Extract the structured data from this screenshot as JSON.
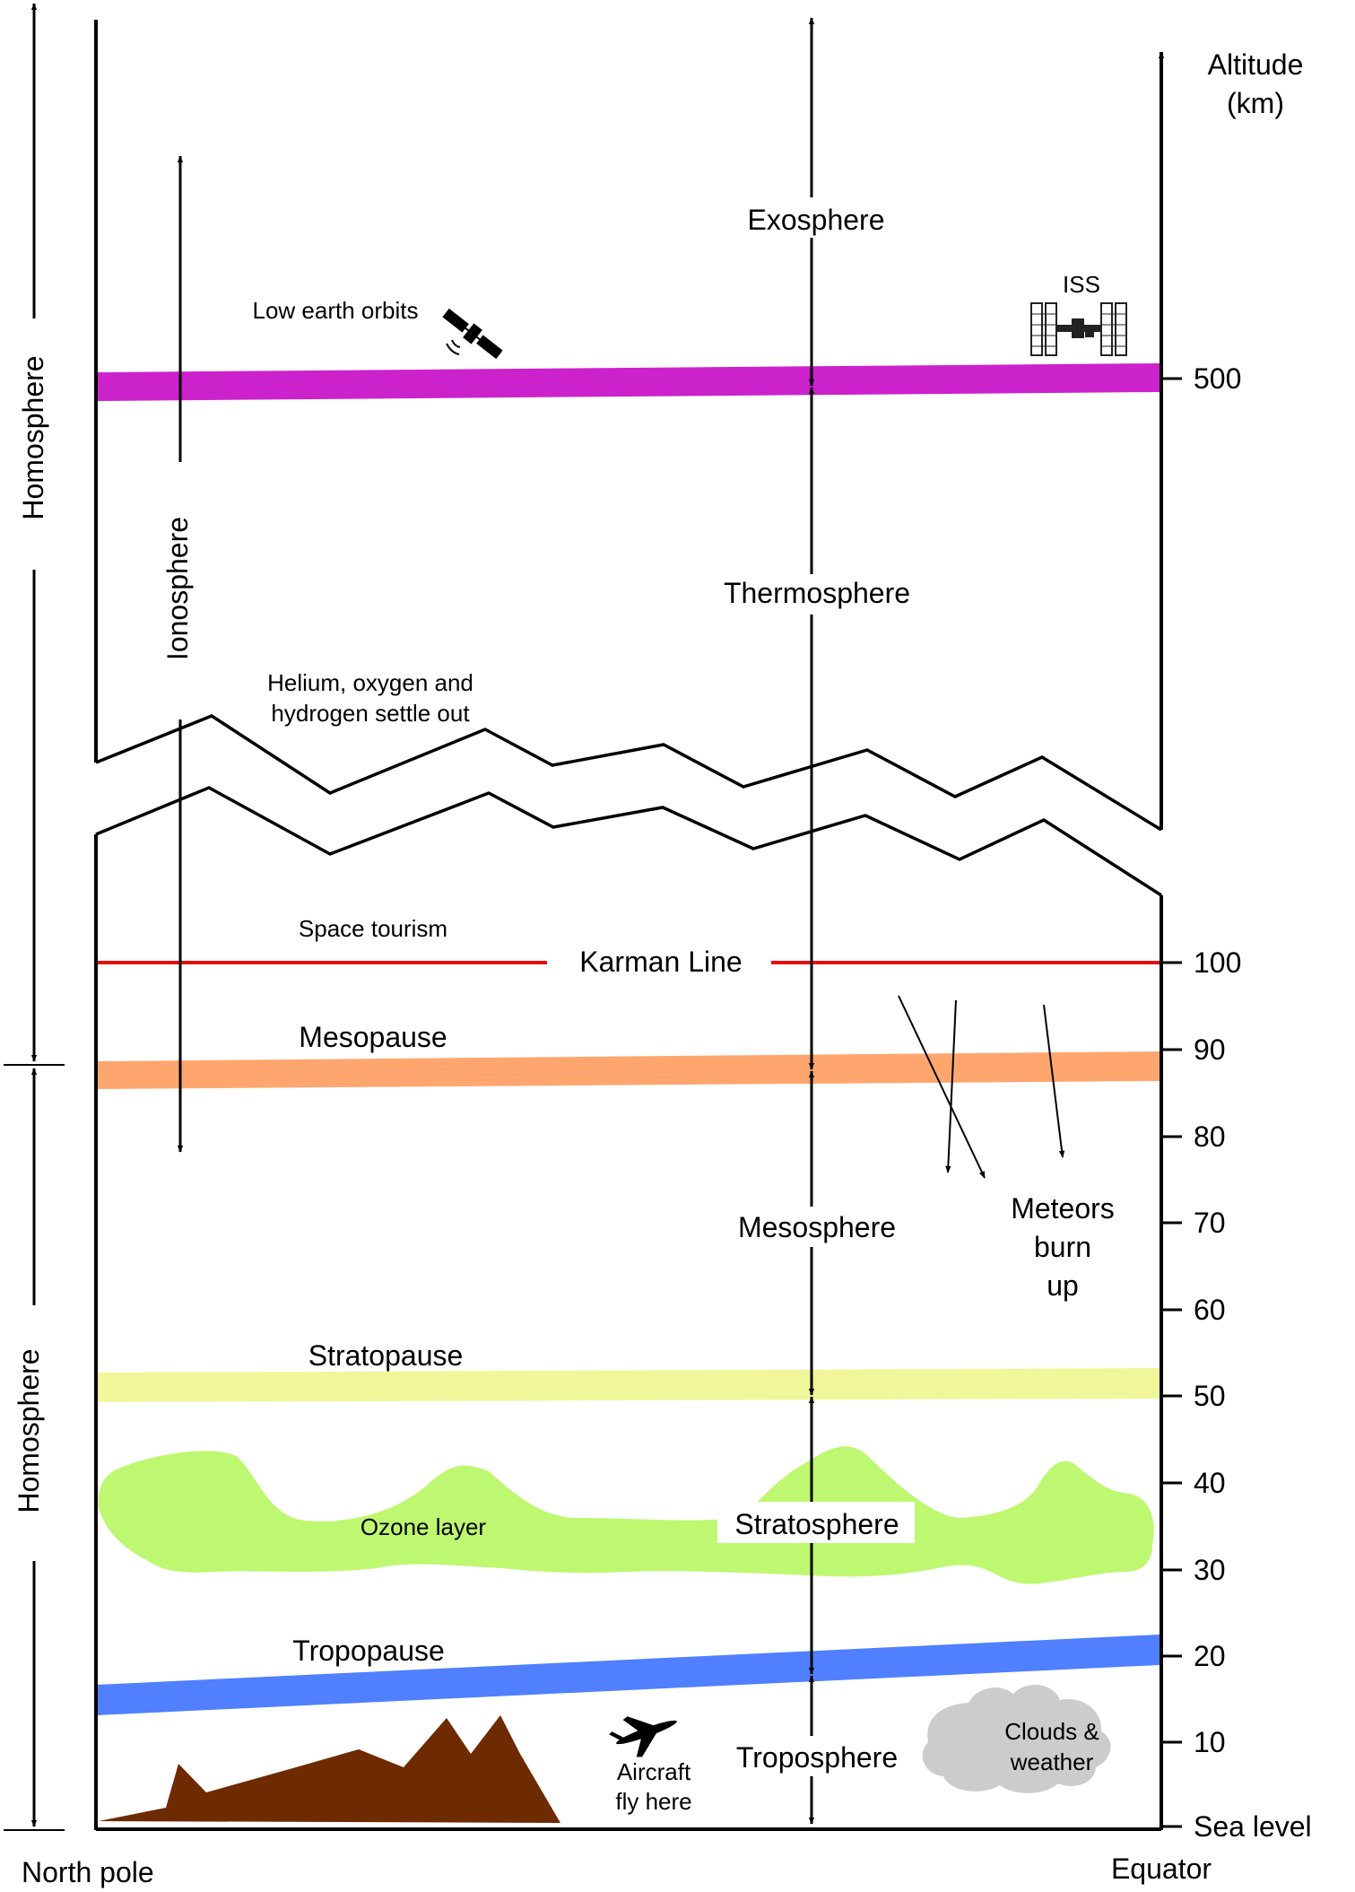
{
  "axis": {
    "title_line1": "Altitude",
    "title_line2": "(km)",
    "ticks": [
      {
        "label": "500",
        "value": 500
      },
      {
        "label": "100",
        "value": 100
      },
      {
        "label": "90",
        "value": 90
      },
      {
        "label": "80",
        "value": 80
      },
      {
        "label": "70",
        "value": 70
      },
      {
        "label": "60",
        "value": 60
      },
      {
        "label": "50",
        "value": 50
      },
      {
        "label": "40",
        "value": 40
      },
      {
        "label": "30",
        "value": 30
      },
      {
        "label": "20",
        "value": 20
      },
      {
        "label": "10",
        "value": 10
      },
      {
        "label": "Sea level",
        "value": 0
      }
    ]
  },
  "bottom": {
    "left_label": "North pole",
    "right_label": "Equator"
  },
  "left_labels": {
    "upper": "Homosphere",
    "lower": "Homosphere"
  },
  "layers": {
    "exosphere": "Exosphere",
    "thermosphere": "Thermosphere",
    "mesosphere": "Mesosphere",
    "stratosphere": "Stratosphere",
    "troposphere": "Troposphere",
    "ionosphere": "Ionosphere"
  },
  "boundaries": {
    "karman_line": "Karman Line",
    "mesopause": "Mesopause",
    "stratopause": "Stratopause",
    "tropopause": "Tropopause"
  },
  "annotations": {
    "low_earth_orbits": "Low earth orbits",
    "iss": "ISS",
    "helium_line1": "Helium, oxygen and",
    "helium_line2": "hydrogen settle out",
    "space_tourism": "Space tourism",
    "meteors_line1": "Meteors",
    "meteors_line2": "burn",
    "meteors_line3": "up",
    "ozone_layer": "Ozone layer",
    "aircraft_line1": "Aircraft",
    "aircraft_line2": "fly here",
    "clouds_line1": "Clouds &",
    "clouds_line2": "weather"
  },
  "colors": {
    "orbit_band": "#cc22cc",
    "mesopause_band": "#ffa66e",
    "stratopause_band": "#f0f79a",
    "tropopause_band": "#5080ff",
    "karman_line": "#e41010",
    "ozone": "#bdf870",
    "mountain": "#6e2a00",
    "cloud": "#cccccc"
  }
}
